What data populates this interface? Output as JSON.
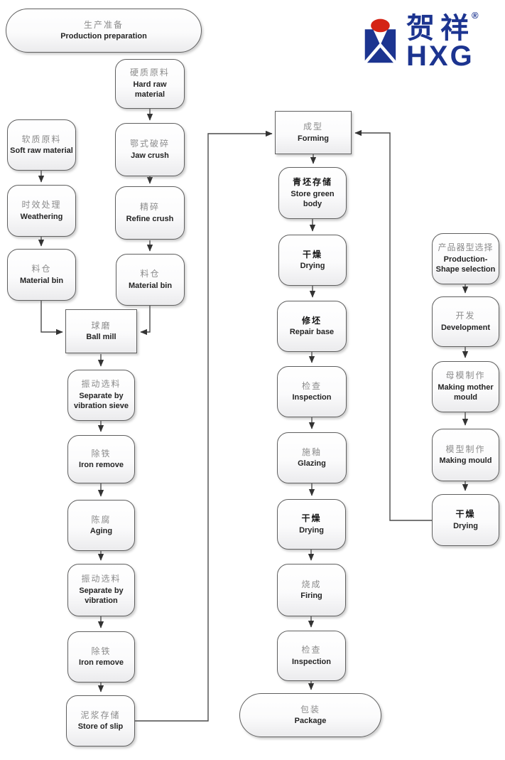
{
  "logo": {
    "brand_cn": "贺祥",
    "brand_en": "HXG",
    "registered": "®"
  },
  "colors": {
    "brand_blue": "#1c3490",
    "brand_red": "#d42315",
    "box_border": "#5f5f5f",
    "connector": "#454545",
    "zh_text": "#8c8c8c",
    "en_text": "#242424"
  },
  "flowchart": {
    "nodes": {
      "production_preparation": {
        "zh": "生产准备",
        "en": "Production preparation"
      },
      "hard_raw_material": {
        "zh": "硬质原料",
        "en": "Hard raw material"
      },
      "soft_raw_material": {
        "zh": "软质原料",
        "en": "Soft raw material"
      },
      "jaw_crush": {
        "zh": "鄂式破碎",
        "en": "Jaw crush"
      },
      "weathering": {
        "zh": "时效处理",
        "en": "Weathering"
      },
      "refine_crush": {
        "zh": "精碎",
        "en": "Refine crush"
      },
      "material_bin_soft": {
        "zh": "料仓",
        "en": "Material bin"
      },
      "material_bin_hard": {
        "zh": "料仓",
        "en": "Material bin"
      },
      "ball_mill": {
        "zh": "球磨",
        "en": "Ball mill"
      },
      "separate_by_vibration_sieve": {
        "zh": "振动选料",
        "en": "Separate by vibration sieve"
      },
      "iron_remove_1": {
        "zh": "除铁",
        "en": "Iron remove"
      },
      "aging": {
        "zh": "陈腐",
        "en": "Aging"
      },
      "separate_by_vibration": {
        "zh": "振动选料",
        "en": "Separate by vibration"
      },
      "iron_remove_2": {
        "zh": "除铁",
        "en": "Iron remove"
      },
      "store_of_slip": {
        "zh": "泥浆存储",
        "en": "Store of slip"
      },
      "forming": {
        "zh": "成型",
        "en": "Forming"
      },
      "store_green_body": {
        "zh": "青坯存储",
        "en": "Store green body"
      },
      "drying_1": {
        "zh": "干燥",
        "en": "Drying"
      },
      "repair_base": {
        "zh": "修坯",
        "en": "Repair base"
      },
      "inspection_1": {
        "zh": "检查",
        "en": "Inspection"
      },
      "glazing": {
        "zh": "施釉",
        "en": "Glazing"
      },
      "drying_2": {
        "zh": "干燥",
        "en": "Drying"
      },
      "firing": {
        "zh": "烧成",
        "en": "Firing"
      },
      "inspection_2": {
        "zh": "检查",
        "en": "Inspection"
      },
      "package": {
        "zh": "包装",
        "en": "Package"
      },
      "production_shape_selection": {
        "zh": "产品器型选择",
        "en": "Production-Shape selection"
      },
      "development": {
        "zh": "开发",
        "en": "Development"
      },
      "making_mother_mould": {
        "zh": "母模制作",
        "en": "Making mother mould"
      },
      "making_mould": {
        "zh": "模型制作",
        "en": "Making mould"
      },
      "drying_3": {
        "zh": "干燥",
        "en": "Drying"
      }
    }
  }
}
